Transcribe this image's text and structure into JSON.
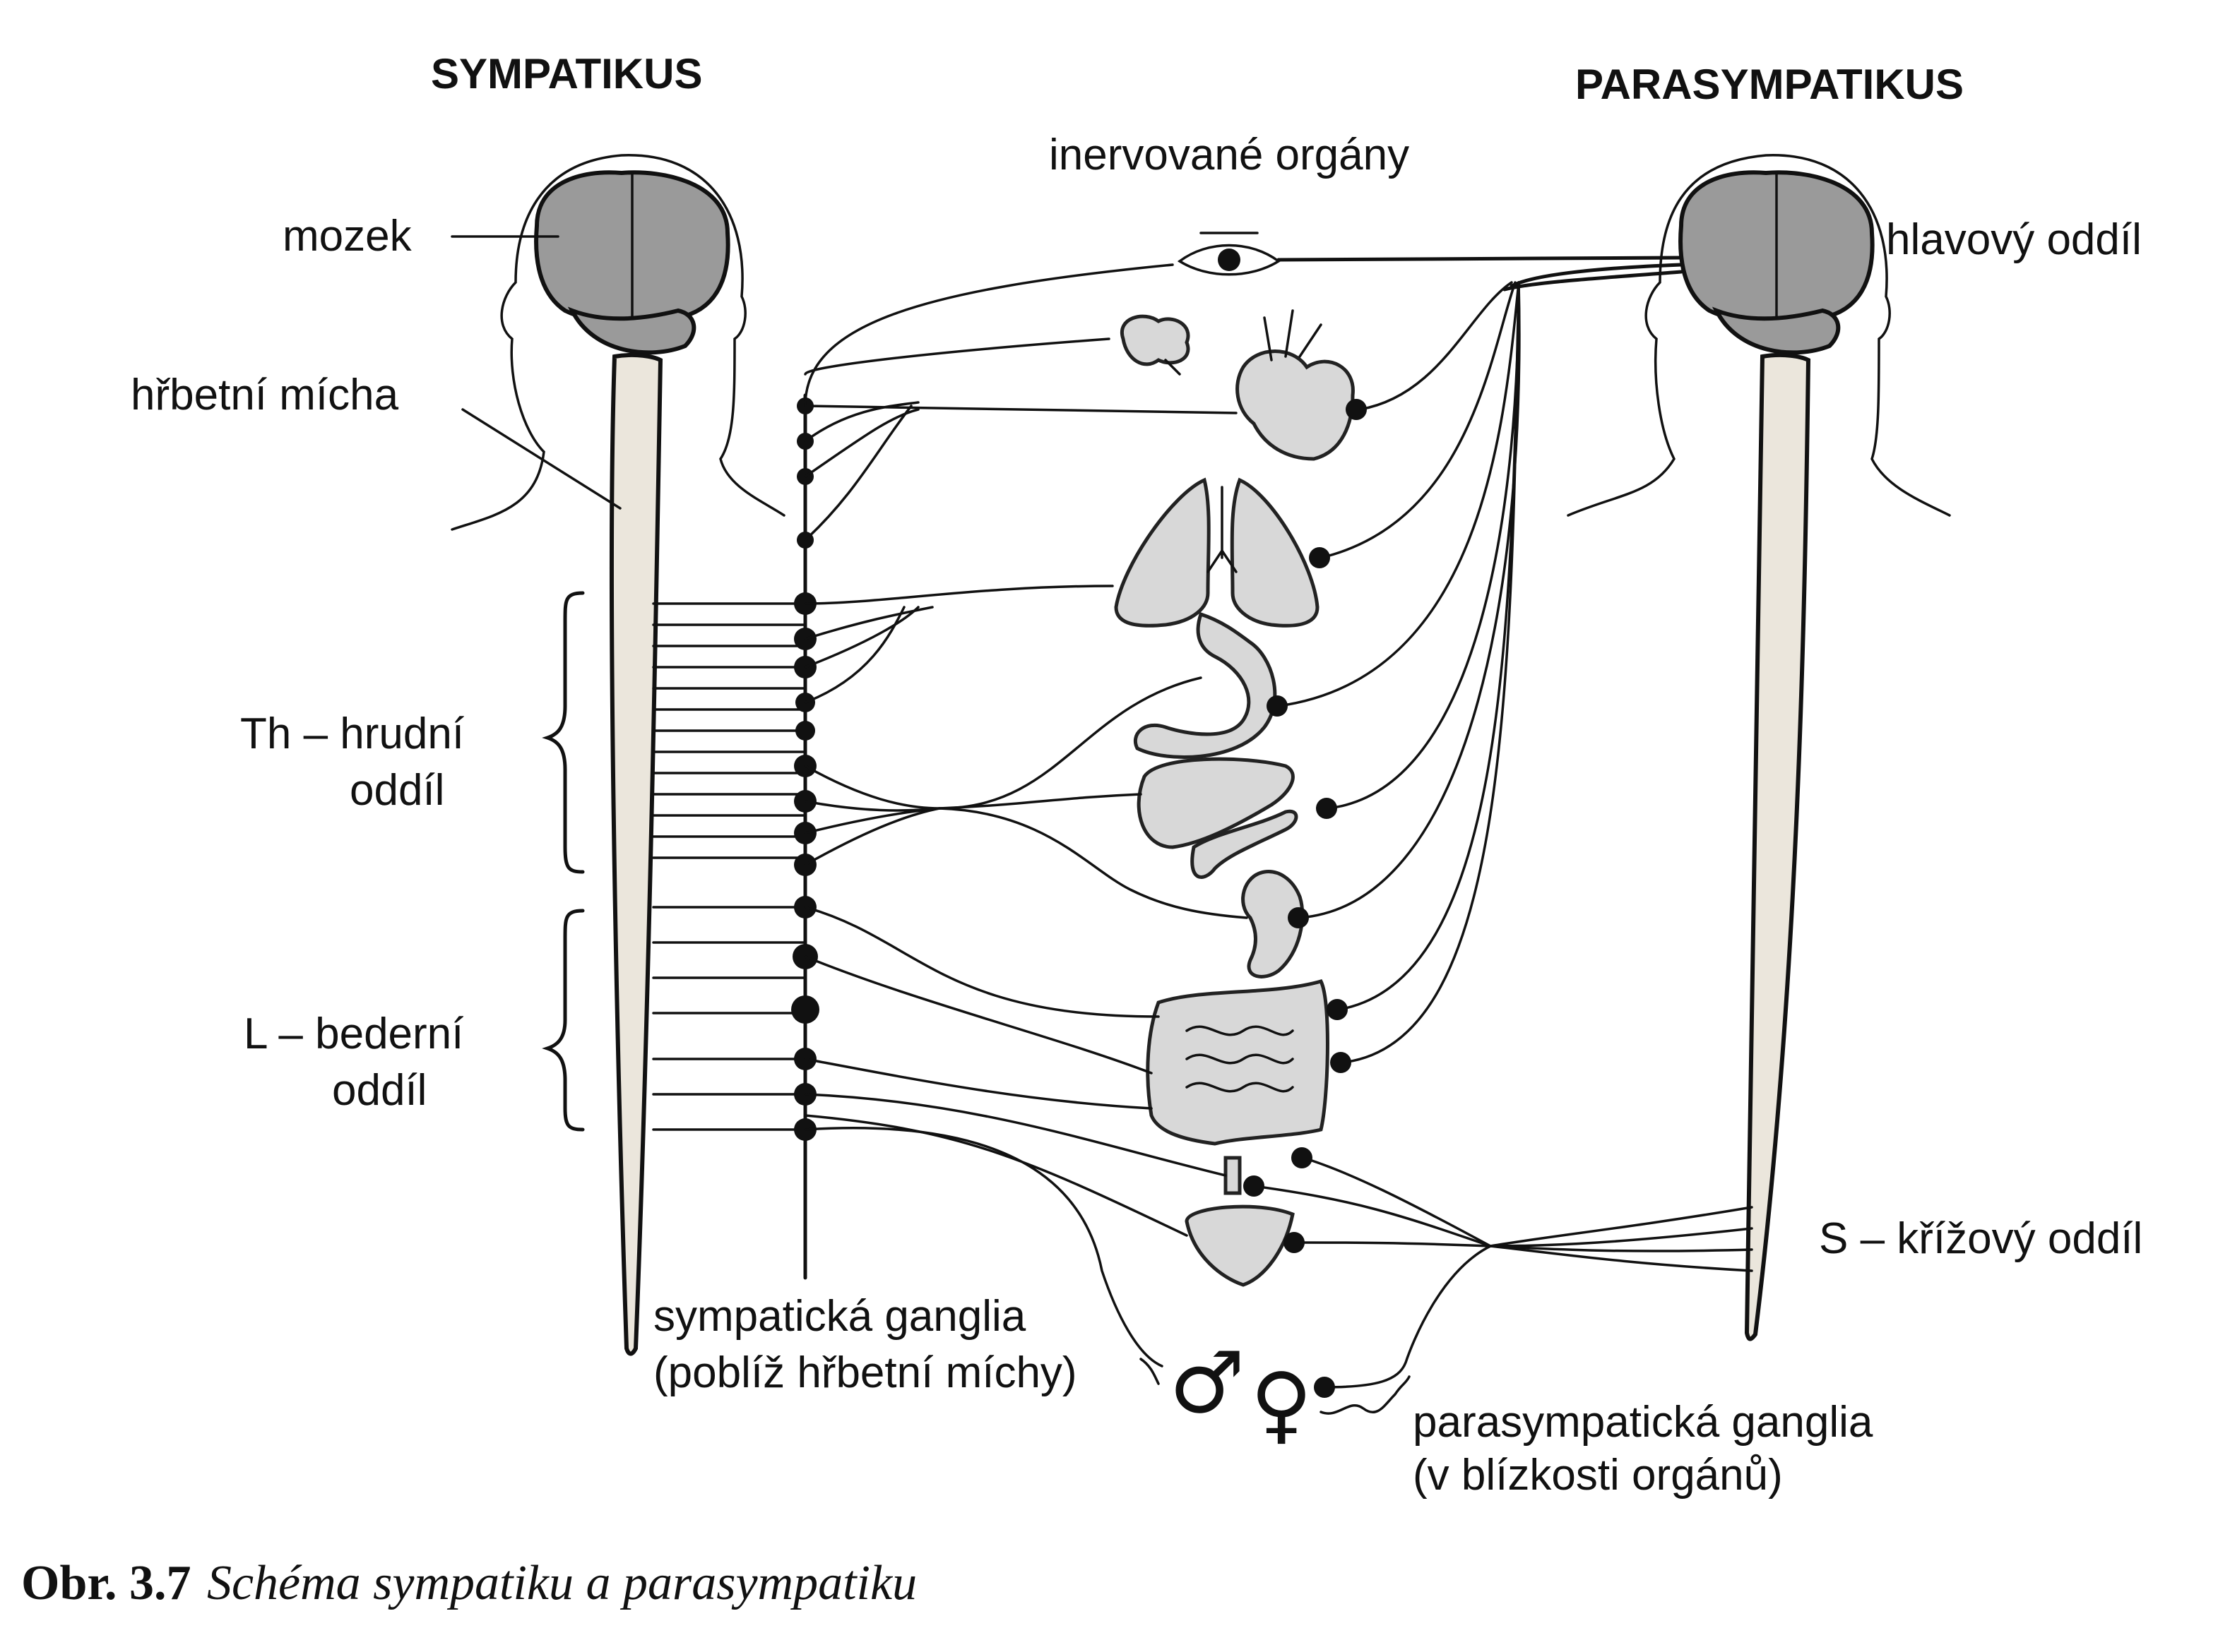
{
  "headings": {
    "left": "SYMPATIKUS",
    "right": "PARASYMPATIKUS"
  },
  "labels": {
    "brain": "mozek",
    "spinal_cord": "hřbetní mícha",
    "thoracic_1": "Th – hrudní",
    "thoracic_2": "oddíl",
    "lumbar_1": "L – bederní",
    "lumbar_2": "oddíl",
    "organs": "inervované orgány",
    "cranial": "hlavový oddíl",
    "sacral": "S – křížový oddíl",
    "symp_ganglia_1": "sympatická ganglia",
    "symp_ganglia_2": "(poblíž hřbetní míchy)",
    "parasymp_ganglia_1": "parasympatická ganglia",
    "parasymp_ganglia_2": "(v blízkosti orgánů)"
  },
  "symbols": {
    "male": "♂",
    "female": "♀"
  },
  "caption": {
    "number": "Obr. 3.7",
    "text": "Schéma sympatiku a parasympatiku"
  },
  "icons": [
    "eye-icon",
    "gland-icon",
    "heart-icon",
    "lungs-icon",
    "stomach-icon",
    "liver-icon",
    "kidney-icon",
    "intestine-icon",
    "bladder-icon",
    "male-symbol",
    "female-symbol"
  ]
}
